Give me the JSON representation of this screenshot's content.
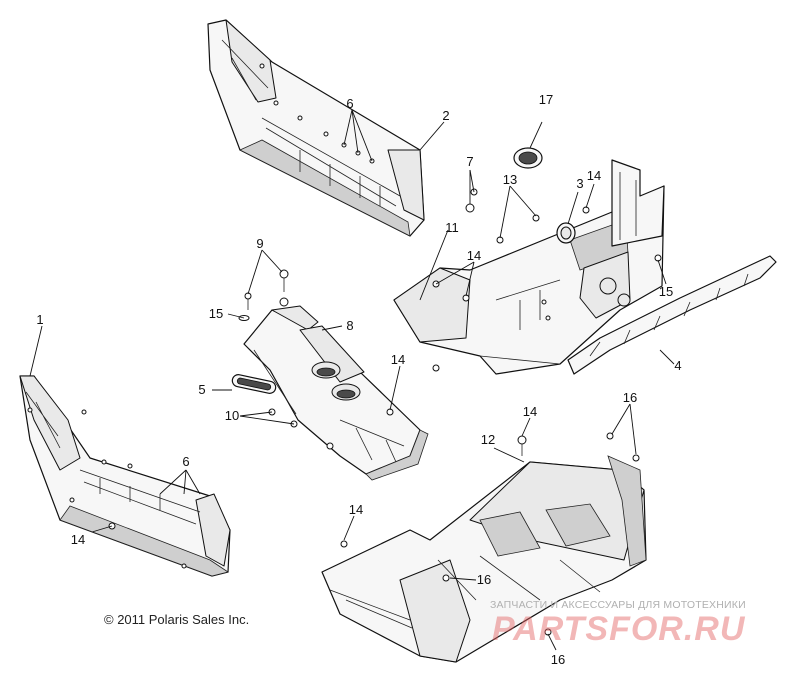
{
  "callouts": {
    "c1": "1",
    "c2": "2",
    "c3": "3",
    "c4": "4",
    "c5": "5",
    "c6a": "6",
    "c6b": "6",
    "c7": "7",
    "c8": "8",
    "c9": "9",
    "c10": "10",
    "c11": "11",
    "c12": "12",
    "c13": "13",
    "c14a": "14",
    "c14b": "14",
    "c14c": "14",
    "c14d": "14",
    "c14e": "14",
    "c14f": "14",
    "c15a": "15",
    "c15b": "15",
    "c16a": "16",
    "c16b": "16",
    "c16c": "16",
    "c17": "17"
  },
  "copyright": "© 2011 Polaris Sales Inc.",
  "watermark": {
    "caption": "ЗАПЧАСТИ И АКСЕССУАРЫ ДЛЯ МОТОТЕХНИКИ",
    "logo": "PARTSFOR.RU"
  }
}
